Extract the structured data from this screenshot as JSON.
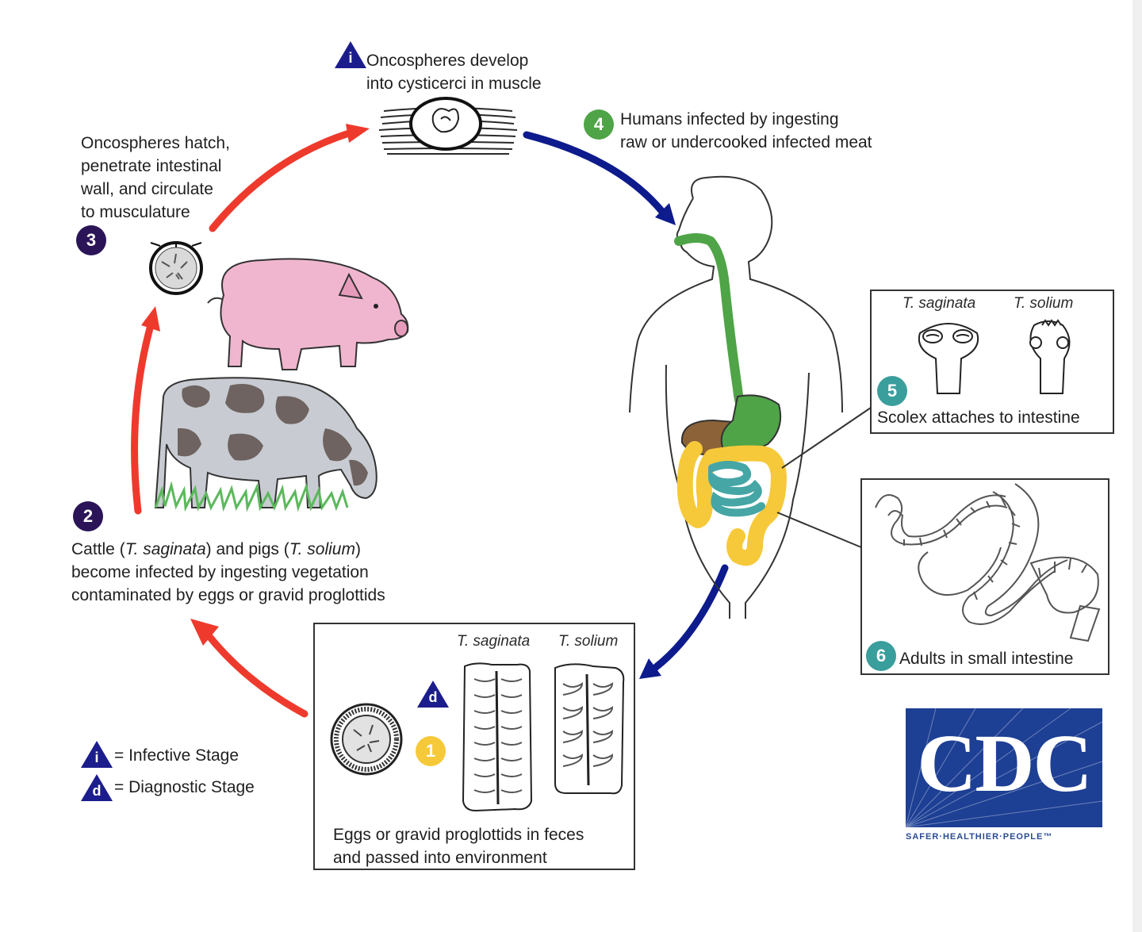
{
  "stages": {
    "s1": {
      "number": "1",
      "text": [
        "Eggs or gravid proglottids in feces",
        "and passed into environment"
      ]
    },
    "s2": {
      "number": "2",
      "line1_a": "Cattle (",
      "line1_b": "T. saginata",
      "line1_c": ") and pigs (",
      "line1_d": "T. solium",
      "line1_e": ")",
      "text": [
        "become infected by ingesting vegetation",
        "contaminated by eggs or gravid proglottids"
      ]
    },
    "s3": {
      "number": "3",
      "text": [
        "Oncospheres hatch,",
        "penetrate intestinal",
        "wall, and circulate",
        "to musculature"
      ]
    },
    "cyst": {
      "symbol": "i",
      "text": [
        "Oncospheres develop",
        "into cysticerci in muscle"
      ]
    },
    "s4": {
      "number": "4",
      "text": [
        "Humans infected by ingesting",
        "raw or undercooked infected meat"
      ]
    },
    "s5": {
      "number": "5",
      "text": "Scolex attaches to intestine",
      "species_a": "T. saginata",
      "species_b": "T. solium"
    },
    "s6": {
      "number": "6",
      "text": "Adults in small intestine"
    },
    "eggs_box": {
      "species_a": "T. saginata",
      "species_b": "T. solium",
      "diag_symbol": "d"
    }
  },
  "legend": {
    "infective": {
      "symbol": "i",
      "text": "= Infective Stage"
    },
    "diagnostic": {
      "symbol": "d",
      "text": "= Diagnostic Stage"
    }
  },
  "logo": {
    "word": "CDC",
    "tagline": "SAFER·HEALTHIER·PEOPLE™"
  },
  "colors": {
    "red_arrow": "#ee3a2c",
    "blue_arrow": "#0d1b8c",
    "stage_dark": "#2b1457",
    "stage_green": "#4fa447",
    "stage_teal": "#3a9e9c",
    "stage_yellow": "#f6c93a",
    "triangle": "#1c1d8c",
    "cdc_blue": "#1d3f94",
    "gut_green": "#4fa447",
    "gut_yellow": "#f6c93a",
    "gut_teal": "#45a6a5",
    "gut_brown": "#8c6239",
    "pig": "#f1b6cf",
    "cow_grey": "#c8ccd2",
    "cow_spots": "#6e6360",
    "grass": "#5cb85c"
  }
}
